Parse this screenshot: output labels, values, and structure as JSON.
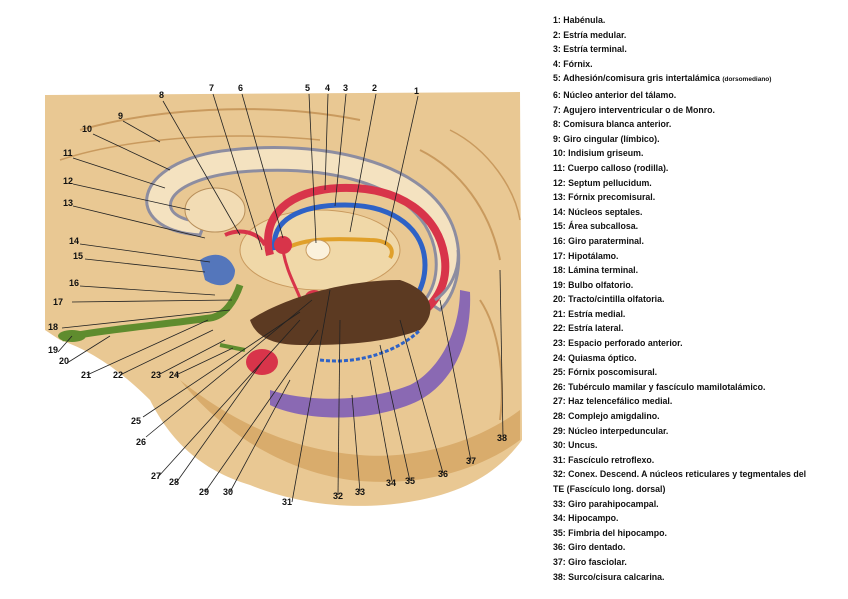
{
  "figure_labels": [
    "1",
    "2",
    "3",
    "4",
    "5",
    "6",
    "7",
    "8",
    "9",
    "10",
    "11",
    "12",
    "13",
    "14",
    "15",
    "16",
    "17",
    "18",
    "19",
    "20",
    "21",
    "22",
    "23",
    "24",
    "25",
    "26",
    "27",
    "28",
    "29",
    "30",
    "31",
    "32",
    "33",
    "34",
    "35",
    "36",
    "37",
    "38"
  ],
  "legend": [
    "1: Habénula.",
    "2: Estría medular.",
    "3: Estría terminal.",
    "4: Fórnix.",
    "5: Adhesión/comisura gris intertalámica",
    "6: Núcleo anterior del tálamo.",
    "7: Agujero interventricular o de Monro.",
    "8: Comisura blanca anterior.",
    "9: Giro cingular (límbico).",
    "10: Indisium griseum.",
    "11: Cuerpo calloso (rodilla).",
    "12: Septum pellucidum.",
    "13: Fórnix precomisural.",
    "14: Núcleos septales.",
    "15: Área subcallosa.",
    "16: Giro paraterminal.",
    "17: Hipotálamo.",
    "18: Lámina terminal.",
    "19: Bulbo olfatorio.",
    "20: Tracto/cintilla olfatoria.",
    "21: Estría medial.",
    "22: Estría lateral.",
    "23: Espacio perforado anterior.",
    "24: Quiasma óptico.",
    "25: Fórnix poscomisural.",
    "26: Tubérculo mamilar y fascículo mamilotalámico.",
    "27: Haz telencefálico medial.",
    "28: Complejo amigdalino.",
    "29: Núcleo interpeduncular.",
    "30: Uncus.",
    "31: Fascículo retroflexo.",
    "32: Conex. Descend. A núcleos reticulares y tegmentales del TE (Fascículo long. dorsal)",
    "33: Giro parahipocampal.",
    "34: Hipocampo.",
    "35: Fimbria del hipocampo.",
    "36: Giro dentado.",
    "37: Giro fasciolar.",
    "38: Surco/cisura calcarina."
  ],
  "legend_note_5": "(dorsomediano)",
  "colors": {
    "brain_tan": "#e9c893",
    "brain_shadow": "#c99a5e",
    "fornix_red": "#d8344a",
    "stria_blue": "#2e62c6",
    "olfactory_green": "#5f8c2e",
    "hippocampus_purple": "#8a69b3",
    "stria_orange": "#e0a02a",
    "dark_tissue": "#5c3a22"
  }
}
